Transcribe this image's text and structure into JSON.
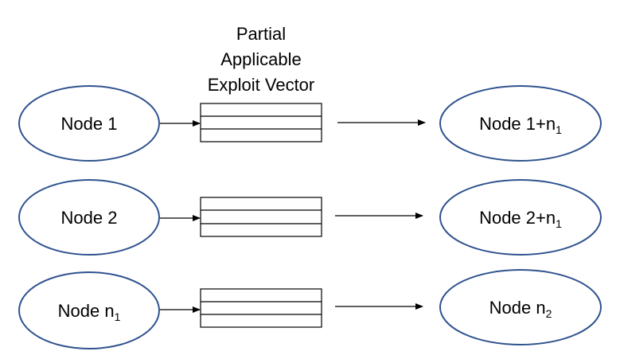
{
  "vector_label": {
    "line1": "Partial",
    "line2": "Applicable",
    "line3": "Exploit Vector"
  },
  "rows": [
    {
      "source": {
        "text": "Node 1",
        "sub": ""
      },
      "target": {
        "text": "Node 1+n",
        "sub": "1"
      }
    },
    {
      "source": {
        "text": "Node 2",
        "sub": ""
      },
      "target": {
        "text": "Node 2+n",
        "sub": "1"
      }
    },
    {
      "source": {
        "text": "Node n",
        "sub": "1"
      },
      "target": {
        "text": "Node n",
        "sub": "2"
      }
    }
  ],
  "colors": {
    "ellipse_stroke": "#2f528f",
    "line": "#000000",
    "text": "#000000",
    "background": "#ffffff"
  }
}
